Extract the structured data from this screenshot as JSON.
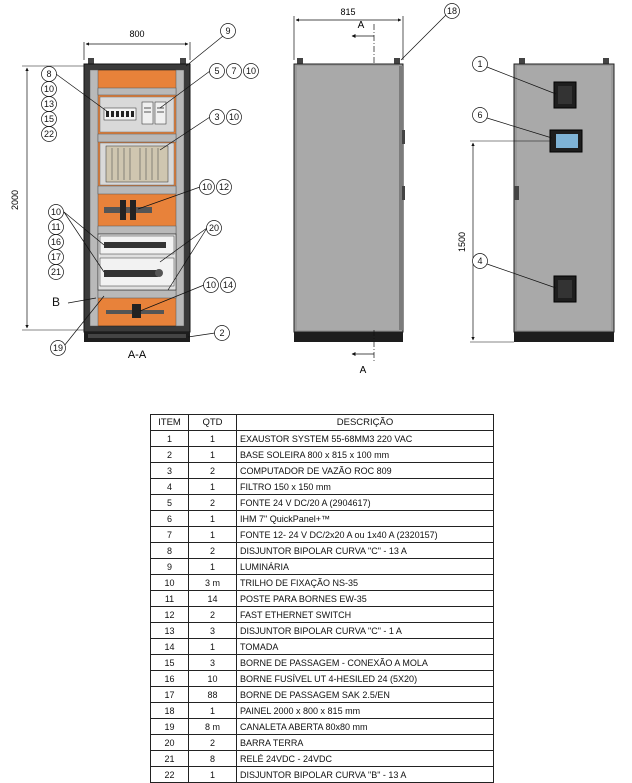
{
  "drawing": {
    "dims": {
      "front_width": "800",
      "side_depth": "815",
      "front_height": "2000",
      "door_hmi_height": "1500"
    },
    "section_markers": {
      "section_label": "A",
      "view_label": "A-A",
      "detail_label": "B"
    },
    "callouts": {
      "c9": "9",
      "c18": "18",
      "c1": "1",
      "c6": "6",
      "c4": "4",
      "c2": "2",
      "c19": "19",
      "g8": [
        "8",
        "10",
        "13",
        "15",
        "22"
      ],
      "g57": [
        "5",
        "7",
        "10"
      ],
      "g310": [
        "3",
        "10"
      ],
      "g1012": [
        "10",
        "12"
      ],
      "g10": [
        "10",
        "11",
        "16",
        "17",
        "21"
      ],
      "g20": "20",
      "g1014": [
        "10",
        "14"
      ]
    }
  },
  "table": {
    "headers": [
      "ITEM",
      "QTD",
      "DESCRIÇÃO"
    ],
    "rows": [
      [
        "1",
        "1",
        "EXAUSTOR SYSTEM 55-68MM3 220 VAC"
      ],
      [
        "2",
        "1",
        "BASE SOLEIRA 800 x 815 x 100 mm"
      ],
      [
        "3",
        "2",
        "COMPUTADOR DE VAZÃO ROC 809"
      ],
      [
        "4",
        "1",
        "FILTRO 150 x 150 mm"
      ],
      [
        "5",
        "2",
        "FONTE 24 V DC/20 A (2904617)"
      ],
      [
        "6",
        "1",
        "IHM 7\" QuickPanel+™"
      ],
      [
        "7",
        "1",
        "FONTE 12- 24 V DC/2x20 A ou 1x40 A (2320157)"
      ],
      [
        "8",
        "2",
        "DISJUNTOR BIPOLAR CURVA \"C\" - 13 A"
      ],
      [
        "9",
        "1",
        "LUMINÁRIA"
      ],
      [
        "10",
        "3 m",
        "TRILHO DE FIXAÇÃO NS-35"
      ],
      [
        "11",
        "14",
        "POSTE PARA BORNES EW-35"
      ],
      [
        "12",
        "2",
        "FAST ETHERNET SWITCH"
      ],
      [
        "13",
        "3",
        "DISJUNTOR BIPOLAR CURVA \"C\" - 1 A"
      ],
      [
        "14",
        "1",
        "TOMADA"
      ],
      [
        "15",
        "3",
        "BORNE DE PASSAGEM - CONEXÃO A MOLA"
      ],
      [
        "16",
        "10",
        "BORNE FUSÍVEL UT 4-HESILED 24 (5X20)"
      ],
      [
        "17",
        "88",
        "BORNE DE PASSAGEM SAK 2.5/EN"
      ],
      [
        "18",
        "1",
        "PAINEL 2000 x 800 x 815 mm"
      ],
      [
        "19",
        "8 m",
        "CANALETA ABERTA 80x80 mm"
      ],
      [
        "20",
        "2",
        "BARRA TERRA"
      ],
      [
        "21",
        "8",
        "RELÉ 24VDC - 24VDC"
      ],
      [
        "22",
        "1",
        "DISJUNTOR BIPOLAR CURVA \"B\" - 13 A"
      ]
    ]
  }
}
